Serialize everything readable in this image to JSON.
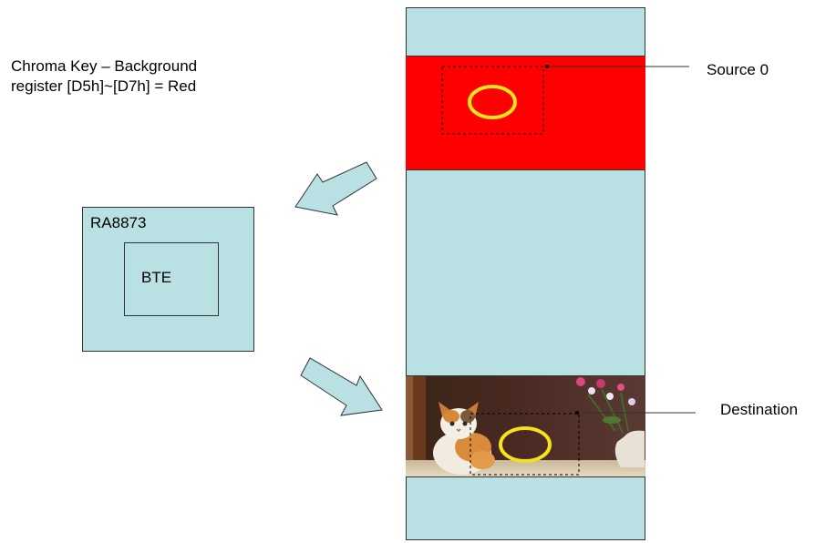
{
  "chroma_key": {
    "line1": "Chroma Key – Background",
    "line2": "register [D5h]~[D7h] = Red"
  },
  "chip": {
    "label": "RA8873"
  },
  "bte": {
    "label": "BTE"
  },
  "source": {
    "label": "Source 0"
  },
  "destination": {
    "label": "Destination"
  },
  "colors": {
    "memory_fill": "#b9e0e2",
    "source_fill": "#ff0000",
    "ring": "#f5e31a",
    "arrow_fill": "#b9e0e2"
  }
}
